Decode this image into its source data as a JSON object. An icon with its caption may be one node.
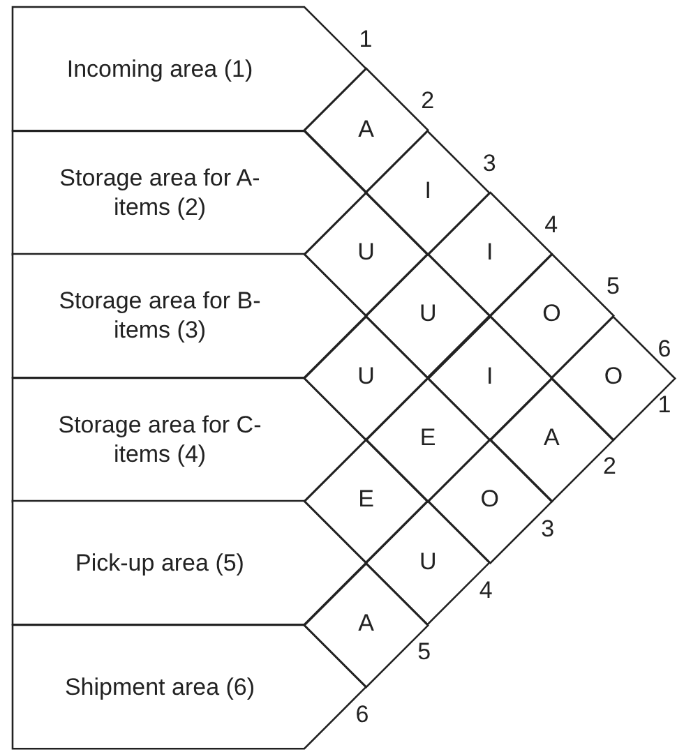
{
  "diagram": {
    "nodes": [
      {
        "text": [
          "Incoming area (1)"
        ]
      },
      {
        "text": [
          "Storage area for A-items (2)"
        ]
      },
      {
        "text": [
          "Storage area for B-items (3)"
        ]
      },
      {
        "text": [
          "Storage area for C-items (4)"
        ]
      },
      {
        "text": [
          "Pick-up area (5)"
        ]
      },
      {
        "text": [
          "Shipment area (6)"
        ]
      },
      {
        "text": [
          "A"
        ]
      },
      {
        "text": [
          "I"
        ]
      },
      {
        "text": [
          "U"
        ]
      },
      {
        "text": [
          "I"
        ]
      },
      {
        "text": [
          "U"
        ]
      },
      {
        "text": [
          "O"
        ]
      },
      {
        "text": [
          "U"
        ]
      },
      {
        "text": [
          "I"
        ]
      },
      {
        "text": [
          "O"
        ]
      },
      {
        "text": [
          "E"
        ]
      },
      {
        "text": [
          "A"
        ]
      },
      {
        "text": [
          "E"
        ]
      },
      {
        "text": [
          "O"
        ]
      },
      {
        "text": [
          "U"
        ]
      },
      {
        "text": [
          "A"
        ]
      }
    ],
    "labels": [
      "1",
      "2",
      "3",
      "4",
      "5",
      "6",
      "1",
      "2",
      "3",
      "4",
      "5",
      "6"
    ]
  }
}
